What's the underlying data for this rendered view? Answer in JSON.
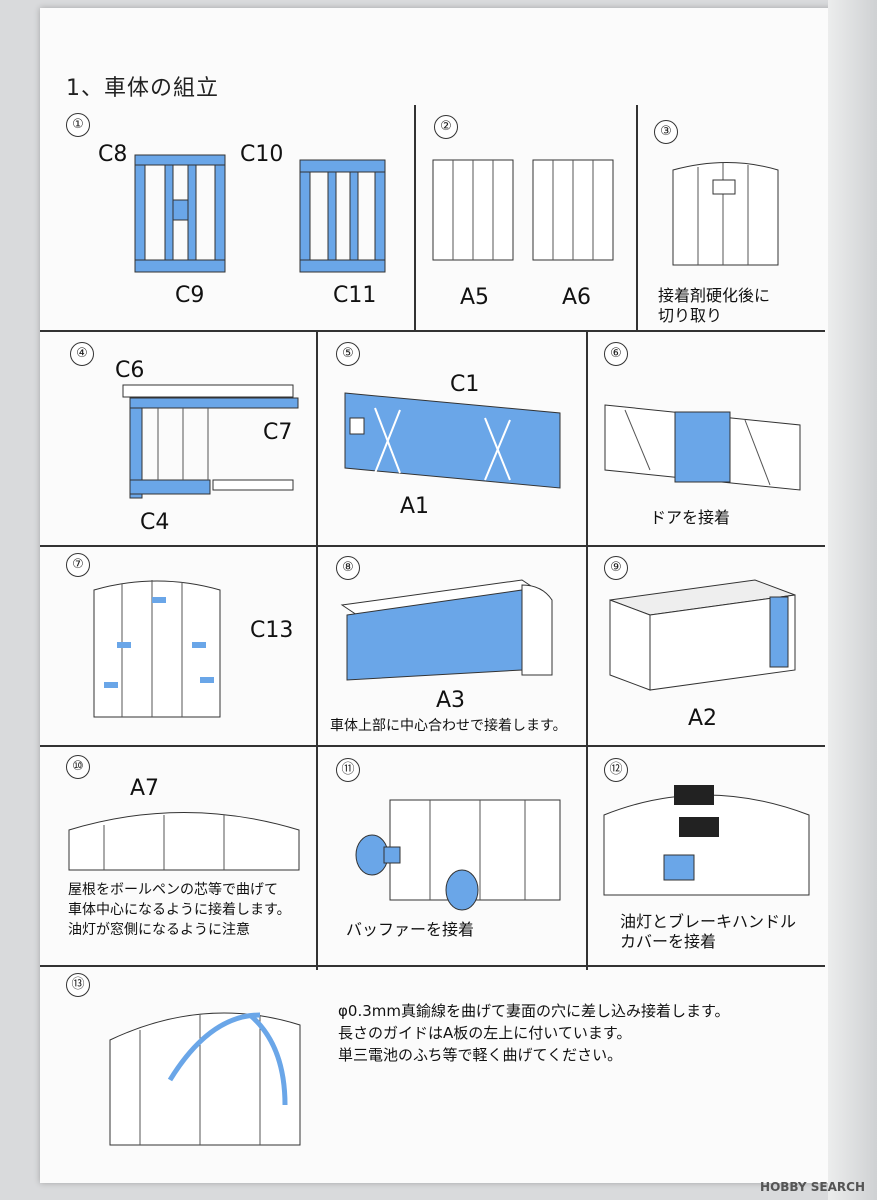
{
  "page": {
    "title": "1、車体の組立",
    "footer": "HOBBY SEARCH"
  },
  "steps": [
    {
      "num": "①",
      "labels": [
        "C8",
        "C10",
        "C9",
        "C11"
      ]
    },
    {
      "num": "②",
      "labels": [
        "A5",
        "A6"
      ]
    },
    {
      "num": "③",
      "note": "接着剤硬化後に\n切り取り"
    },
    {
      "num": "④",
      "labels": [
        "C6",
        "C7",
        "C4"
      ]
    },
    {
      "num": "⑤",
      "labels": [
        "C1",
        "A1"
      ]
    },
    {
      "num": "⑥",
      "note": "ドアを接着"
    },
    {
      "num": "⑦",
      "labels": [
        "C13"
      ]
    },
    {
      "num": "⑧",
      "labels": [
        "A3"
      ],
      "note": "車体上部に中心合わせで接着します。"
    },
    {
      "num": "⑨",
      "labels": [
        "A2"
      ]
    },
    {
      "num": "⑩",
      "labels": [
        "A7"
      ],
      "note": "屋根をボールペンの芯等で曲げて\n車体中心になるように接着します。\n油灯が窓側になるように注意"
    },
    {
      "num": "⑪",
      "note": "バッファーを接着"
    },
    {
      "num": "⑫",
      "note": "油灯とブレーキハンドル\nカバーを接着"
    },
    {
      "num": "⑬",
      "note": "φ0.3mm真鍮線を曲げて妻面の穴に差し込み接着します。\n長さのガイドはA板の左上に付いています。\n単三電池のふち等で軽く曲げてください。"
    }
  ],
  "colors": {
    "part_highlight": "#6aa6e8",
    "line": "#333333",
    "paper": "#fbfbfb"
  },
  "icons": [
    "hobby-search-logo-icon"
  ]
}
